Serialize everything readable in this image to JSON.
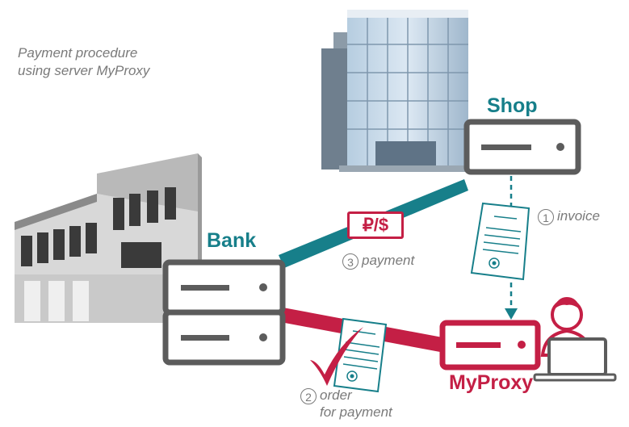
{
  "caption": {
    "line1": "Payment procedure",
    "line2": "using server MyProxy"
  },
  "nodes": {
    "shop": "Shop",
    "bank": "Bank",
    "myproxy": "MyProxy"
  },
  "steps": {
    "invoice": {
      "num": "1",
      "label": "invoice"
    },
    "order": {
      "num": "2",
      "label": "order",
      "label2": "for payment"
    },
    "payment": {
      "num": "3",
      "label": "payment"
    }
  },
  "currency_badge": "₽/$",
  "colors": {
    "teal": "#177f8a",
    "red": "#c41f45",
    "gray": "#5c5c5c",
    "text_gray": "#7a7a7a"
  }
}
